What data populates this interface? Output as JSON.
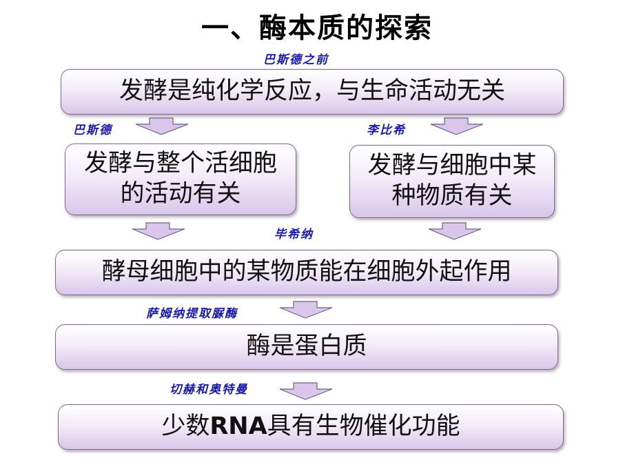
{
  "title": "一、酶本质的探索",
  "labels": {
    "before_pasteur": "巴斯德之前",
    "pasteur": "巴斯德",
    "liebig": "李比希",
    "buchner": "毕希纳",
    "sumner": "萨姆纳提取脲酶",
    "cech_altman": "切赫和奥特曼"
  },
  "boxes": {
    "b1": "发酵是纯化学反应，与生命活动无关",
    "b2": "发酵与整个活细胞的活动有关",
    "b3": "发酵与细胞中某种物质有关",
    "b4": "酵母细胞中的某物质能在细胞外起作用",
    "b5": "酶是蛋白质",
    "b6_pre": "少数",
    "b6_bold": "RNA",
    "b6_post": "具有生物催化功能"
  },
  "colors": {
    "label_text": "#1a1aa8",
    "box_border": "#7a6a8a",
    "box_gradient_end": "#d9c6ea",
    "arrow_fill": "#d9c6ea"
  }
}
